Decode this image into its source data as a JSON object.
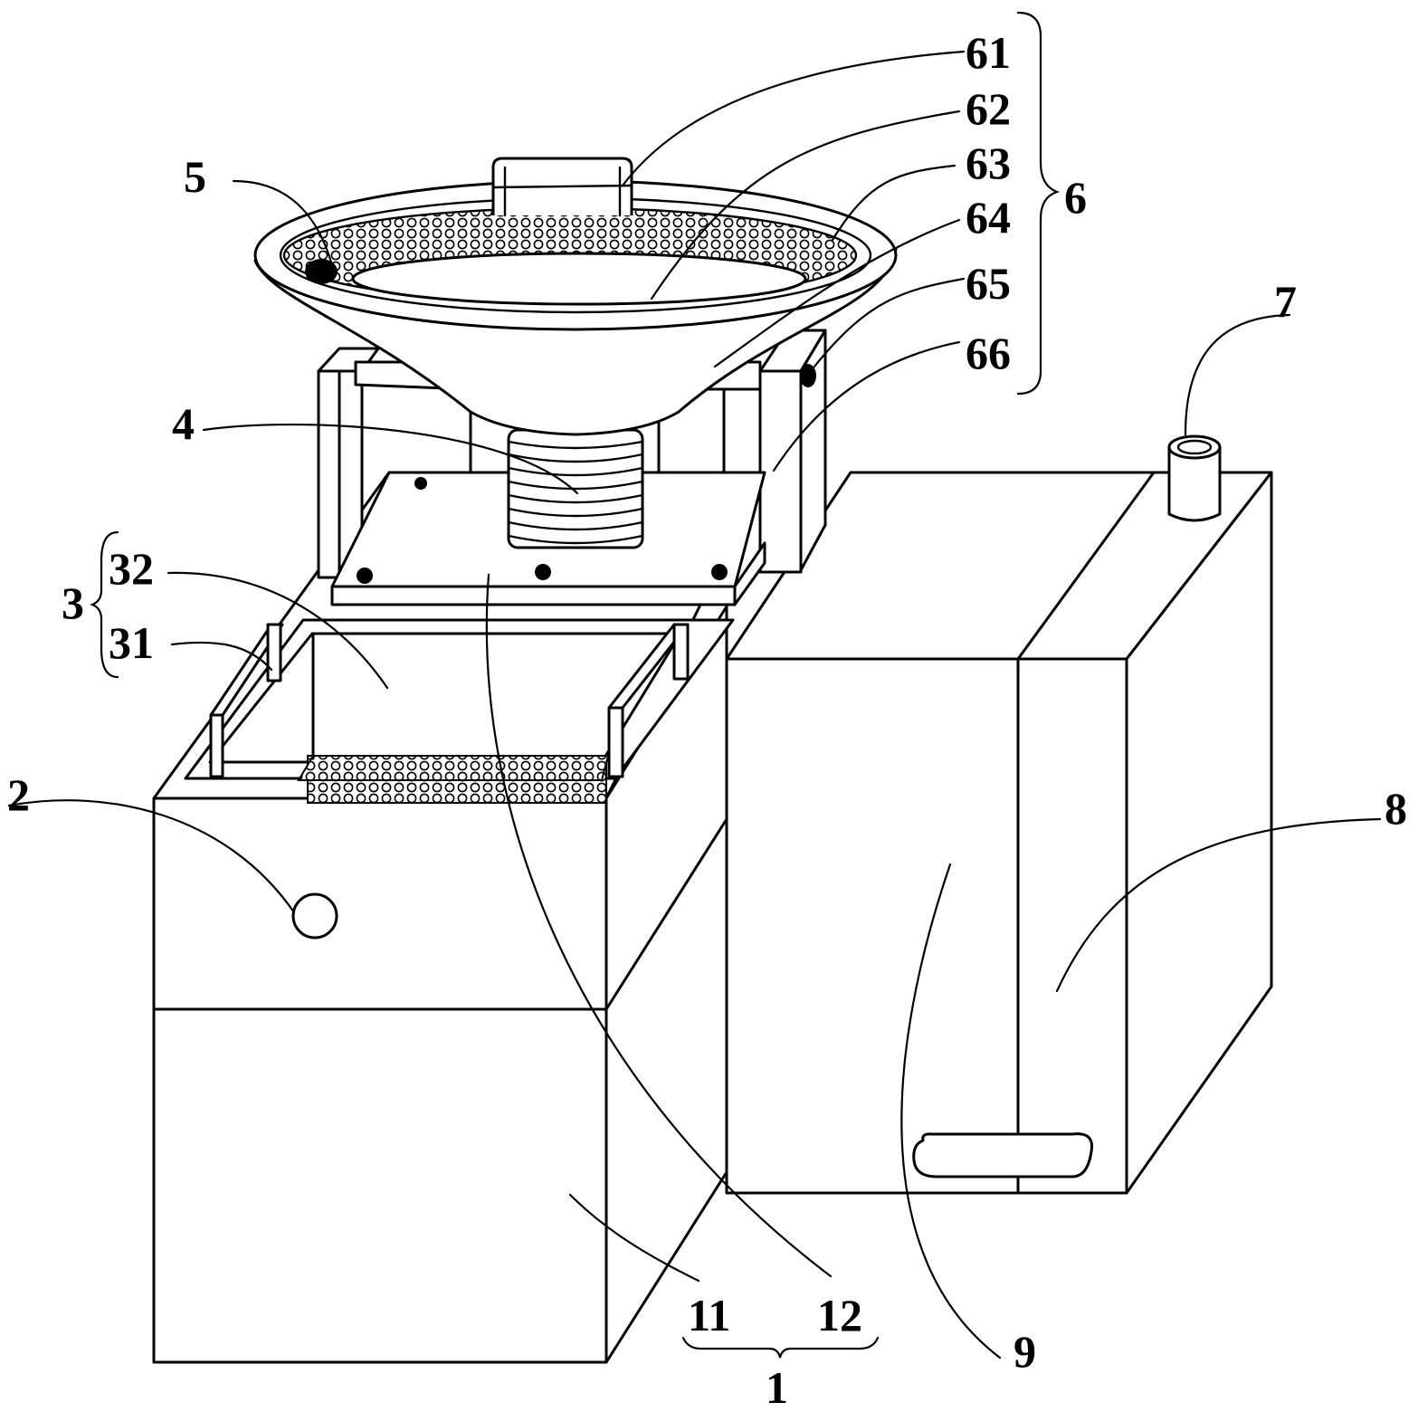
{
  "labels": {
    "l1": "1",
    "l11": "11",
    "l12": "12",
    "l2": "2",
    "l3": "3",
    "l31": "31",
    "l32": "32",
    "l4": "4",
    "l5": "5",
    "l6": "6",
    "l61": "61",
    "l62": "62",
    "l63": "63",
    "l64": "64",
    "l65": "65",
    "l66": "66",
    "l7": "7",
    "l8": "8",
    "l9": "9"
  }
}
